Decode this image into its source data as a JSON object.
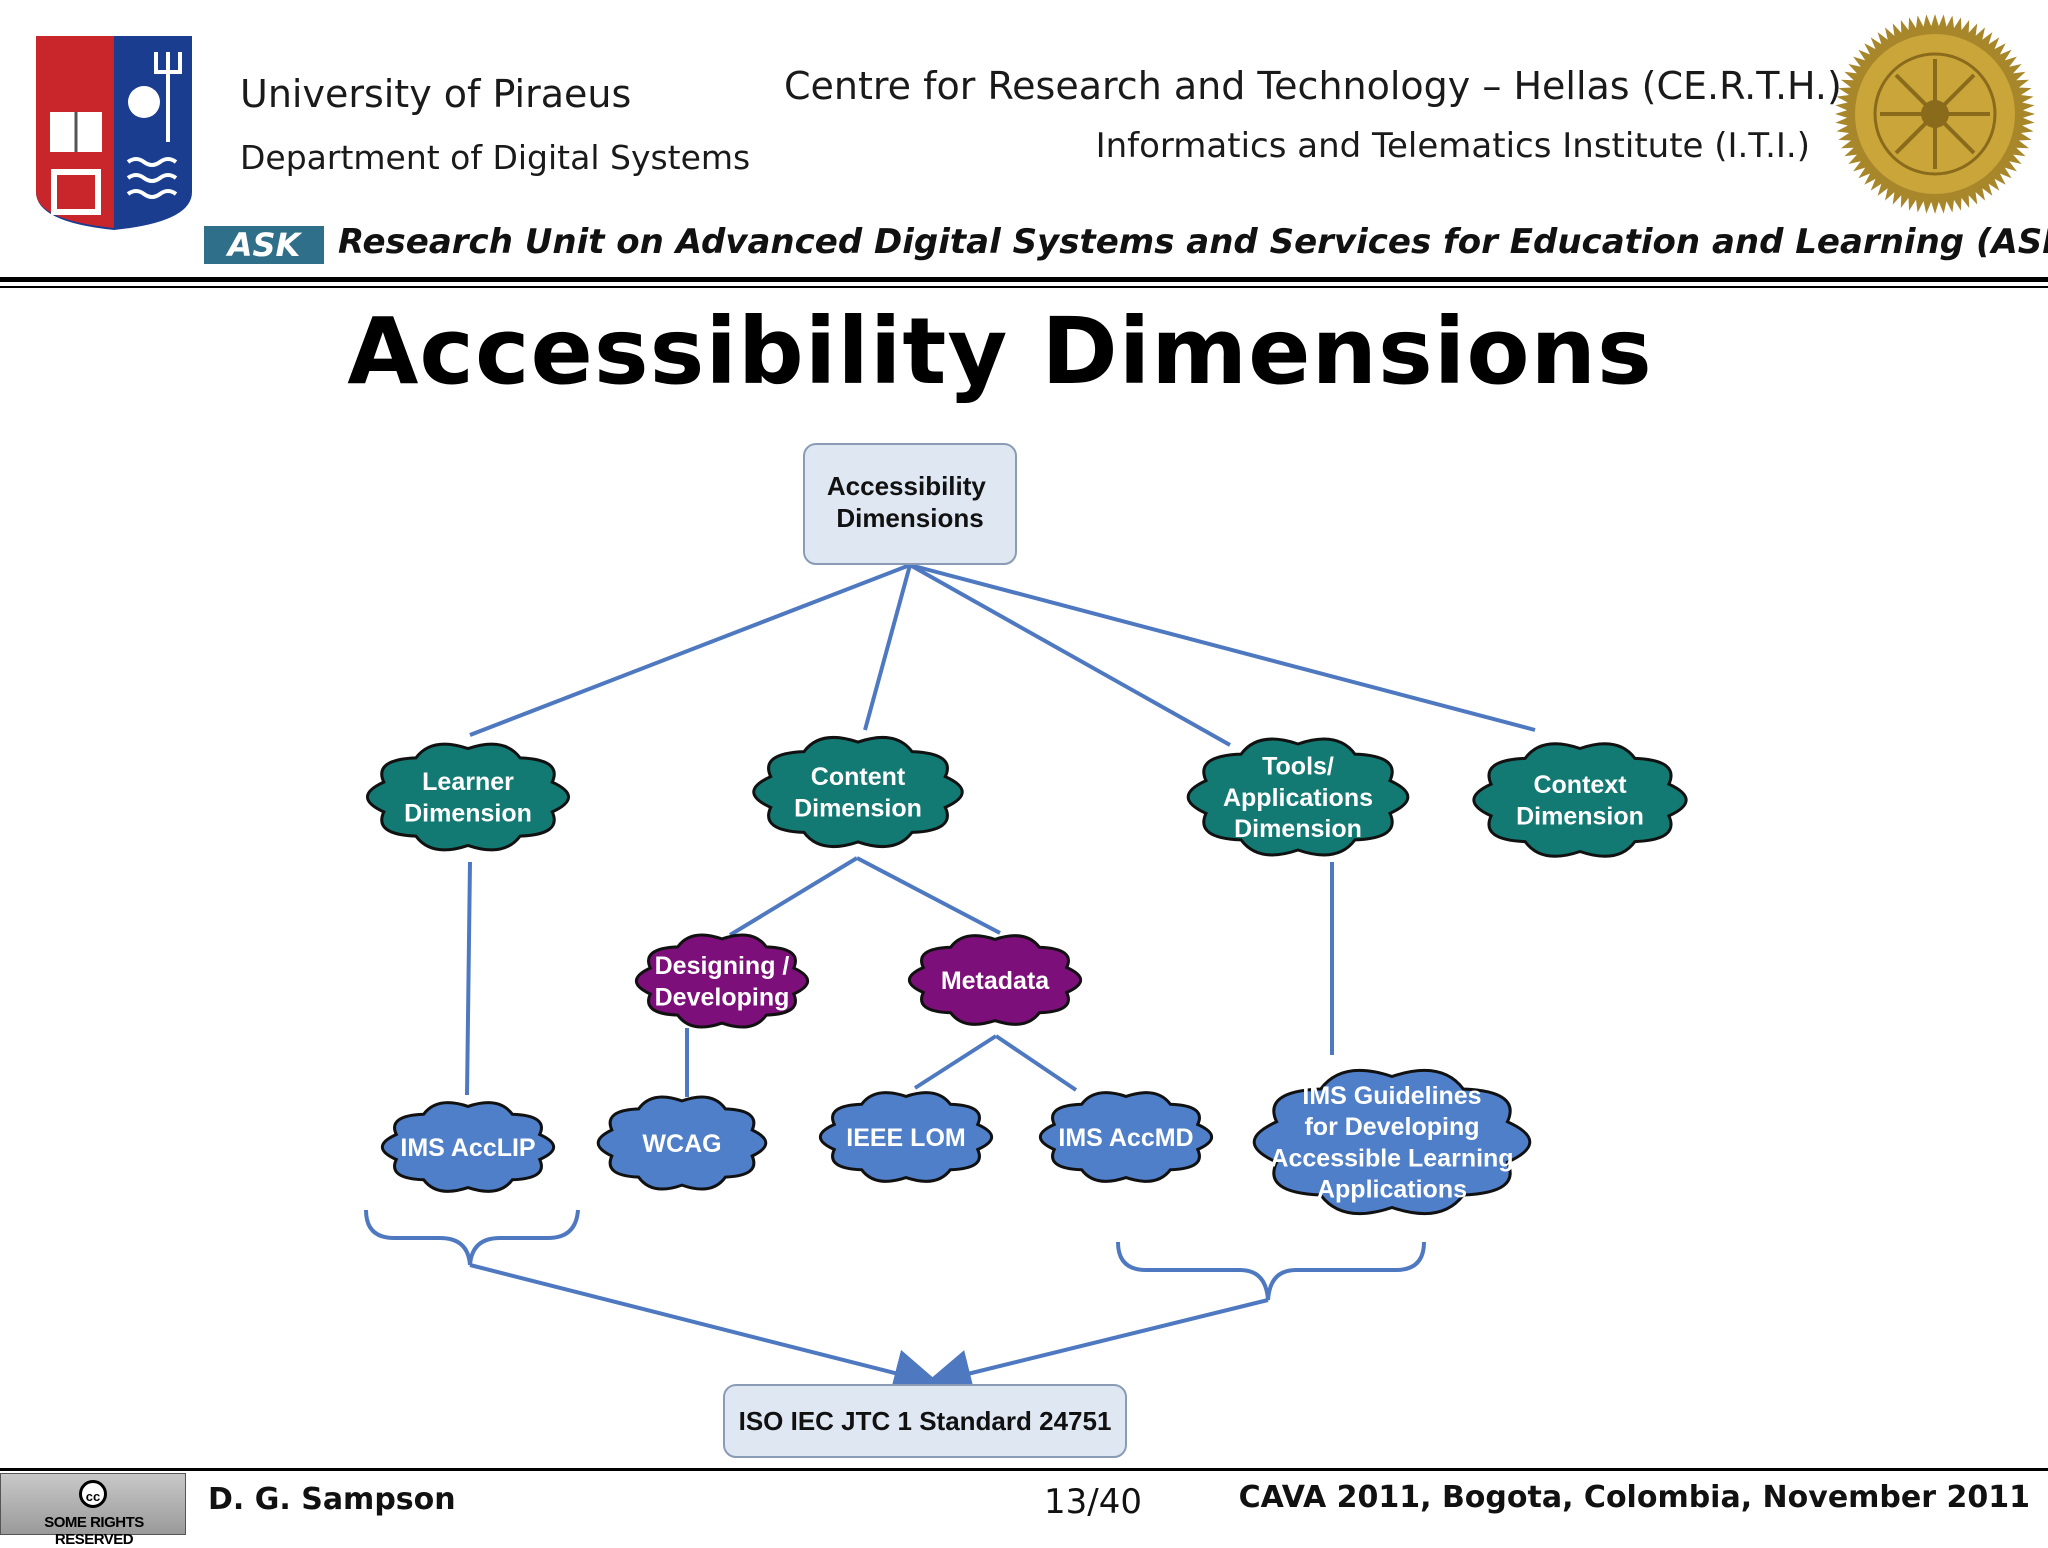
{
  "header": {
    "university": "University of Piraeus",
    "department": "Department of Digital Systems",
    "centre": "Centre for Research and Technology – Hellas (CE.R.T.H.)",
    "institute": "Informatics and Telematics Institute (I.T.I.)",
    "ask_badge": "ASK",
    "research_unit": "Research Unit on Advanced Digital Systems and Services for Education and Learning (ASK)"
  },
  "slide": {
    "title": "Accessibility Dimensions"
  },
  "diagram": {
    "root": [
      "Accessibility",
      "Dimensions"
    ],
    "learner": [
      "Learner",
      "Dimension"
    ],
    "content": [
      "Content",
      "Dimension"
    ],
    "tools": [
      "Tools/",
      "Applications",
      "Dimension"
    ],
    "context": [
      "Context",
      "Dimension"
    ],
    "designing": [
      "Designing /",
      "Developing"
    ],
    "metadata": [
      "Metadata"
    ],
    "acclip": [
      "IMS AccLIP"
    ],
    "wcag": [
      "WCAG"
    ],
    "ieee_lom": [
      "IEEE LOM"
    ],
    "accmd": [
      "IMS AccMD"
    ],
    "guidelines": [
      "IMS Guidelines",
      "for Developing",
      "Accessible Learning",
      "Applications"
    ],
    "iso": "ISO IEC JTC 1 Standard 24751"
  },
  "footer": {
    "cc_text": "SOME RIGHTS RESERVED",
    "cc_symbol": "cc",
    "author": "D. G. Sampson",
    "page": "13/40",
    "conference": "CAVA 2011, Bogota, Colombia, November 2011"
  },
  "colors": {
    "teal": "#137a73",
    "purple": "#7c0f7a",
    "blue": "#4f7fc9",
    "line": "#4e79c0",
    "box": "#dfe7f3"
  }
}
